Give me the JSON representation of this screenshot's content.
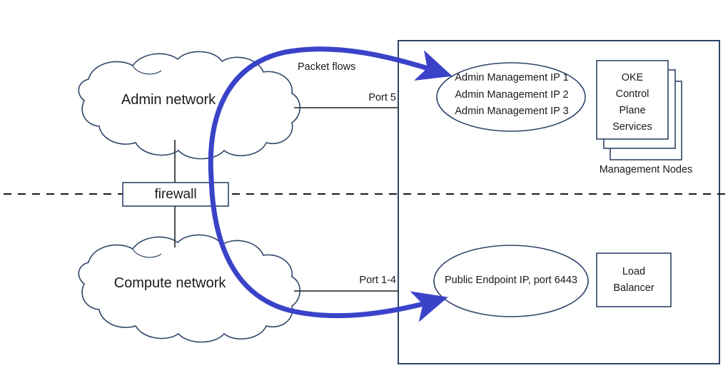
{
  "diagram": {
    "title": "OKE network packet flow diagram",
    "colors": {
      "stroke": "#2e4468",
      "arrow": "#3a43c8",
      "text": "#1a1a1a",
      "dash": "#1a1a1a",
      "background": "#ffffff"
    },
    "clouds": [
      {
        "id": "admin-network",
        "label": "Admin network"
      },
      {
        "id": "compute-network",
        "label": "Compute network"
      }
    ],
    "firewall": {
      "label": "firewall"
    },
    "ports": [
      {
        "id": "port-5",
        "label": "Port 5"
      },
      {
        "id": "port-1-4",
        "label": "Port 1-4"
      }
    ],
    "flow": {
      "label": "Packet flows"
    },
    "admin_endpoint": {
      "lines": [
        "Admin Management IP 1",
        "Admin Management IP 2",
        "Admin Management IP 3"
      ]
    },
    "public_endpoint": {
      "label": "Public Endpoint IP, port 6443"
    },
    "control_plane": {
      "lines": [
        "OKE",
        "Control",
        "Plane",
        "Services"
      ],
      "caption": "Management Nodes"
    },
    "load_balancer": {
      "lines": [
        "Load",
        "Balancer"
      ]
    }
  }
}
